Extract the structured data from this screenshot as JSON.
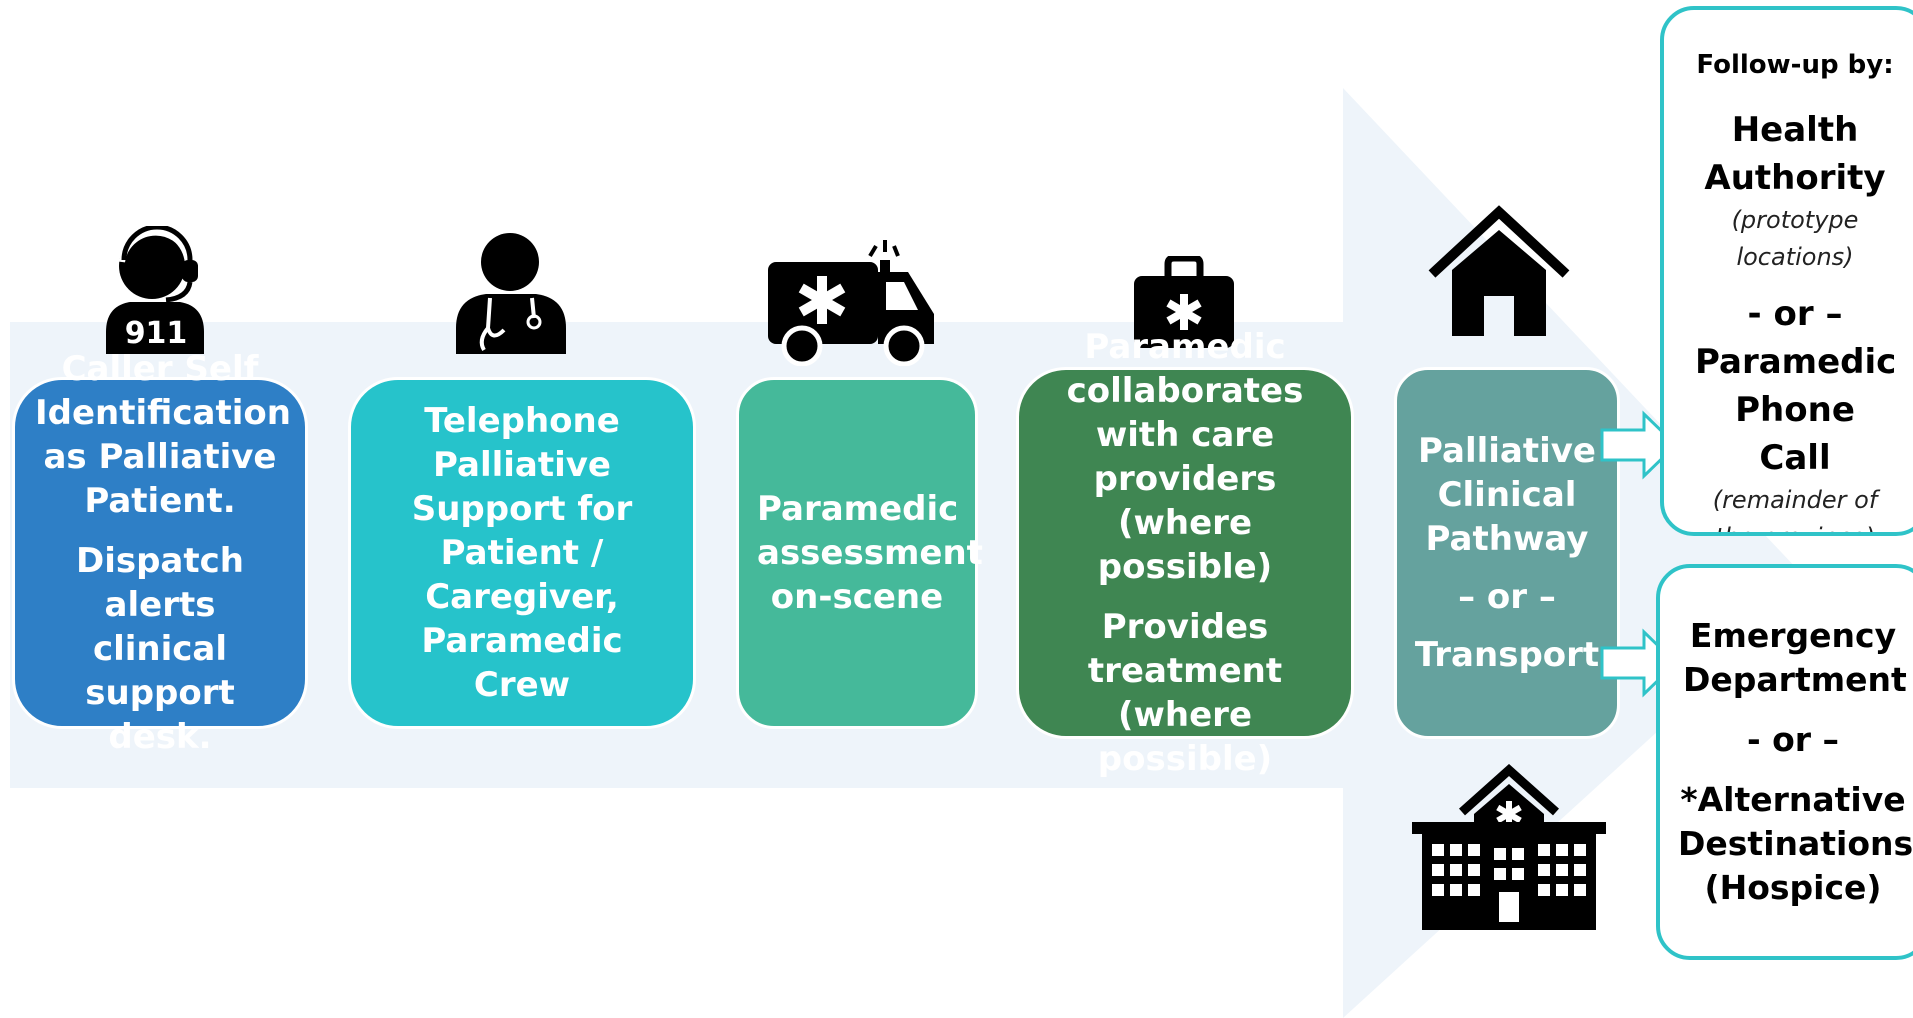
{
  "colors": {
    "arrow_background": "#eef4fa",
    "step_1": "#2e7fc6",
    "step_2": "#26c3cb",
    "step_3": "#45b99a",
    "step_4": "#3f8652",
    "step_5": "#65a29e",
    "panel_border": "#2fc3c8"
  },
  "steps": [
    {
      "icon": "dispatcher-headset-icon",
      "icon_text": "911",
      "lines": [
        "Caller Self Identification as Palliative Patient."
      ],
      "lines2": [
        "Dispatch alerts clinical support desk."
      ]
    },
    {
      "icon": "doctor-stethoscope-icon",
      "lines": [
        "Telephone Palliative Support for Patient / Caregiver, Paramedic Crew"
      ]
    },
    {
      "icon": "ambulance-icon",
      "lines": [
        "Paramedic assessment on-scene"
      ]
    },
    {
      "icon": "medical-kit-icon",
      "lines": [
        "Paramedic collaborates with care providers (where possible)"
      ],
      "lines2": [
        "Provides treatment (where possible)"
      ]
    },
    {
      "icon": "house-icon",
      "bottom_icon": "hospital-icon",
      "text_a": "Palliative Clinical Pathway",
      "text_or": "– or –",
      "text_b": "Transport"
    }
  ],
  "follow_up": {
    "heading": "Follow-up by:",
    "option_1": "Health Authority",
    "option_1_note": "(prototype locations)",
    "separator": "- or –",
    "option_2": "Paramedic Phone Call",
    "option_2_note": "(remainder of the province)"
  },
  "transport": {
    "option_1": "Emergency Department",
    "separator": "- or –",
    "option_2": "*Alternative Destinations (Hospice)"
  }
}
